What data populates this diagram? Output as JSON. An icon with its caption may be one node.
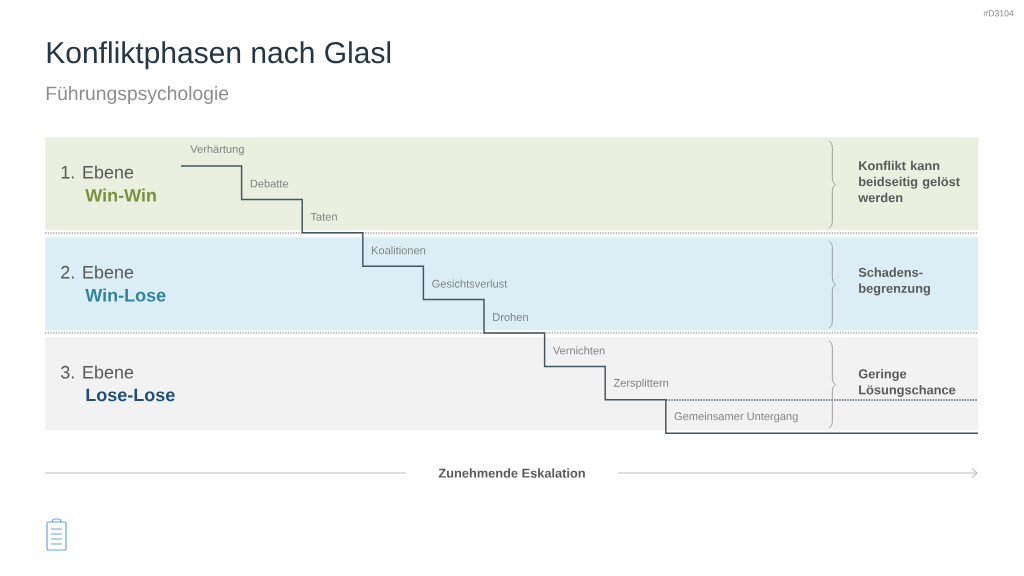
{
  "diagram": {
    "title": "Konfliktphasen nach Glasl",
    "nodes": [
      {
        "text": [
          "1. Ebene",
          "Win-Win",
          "Konflikt kann beidseitig gelöst werden"
        ]
      },
      {
        "text": [
          "2. Ebene",
          "Win-Lose",
          "Schadens- begrenzung"
        ]
      },
      {
        "text": [
          "3. Ebene",
          "Lose-Lose",
          "Geringe Lösungschance"
        ]
      }
    ],
    "labels": [
      "#D3104",
      "Führungspsychologie",
      "Verhärtung",
      "Debatte",
      "Taten",
      "Koalitionen",
      "Gesichtsverlust",
      "Drohen",
      "Vernichten",
      "Zersplittern",
      "Gemeinsamer Untergang",
      "Zunehmende Eskalation"
    ]
  }
}
